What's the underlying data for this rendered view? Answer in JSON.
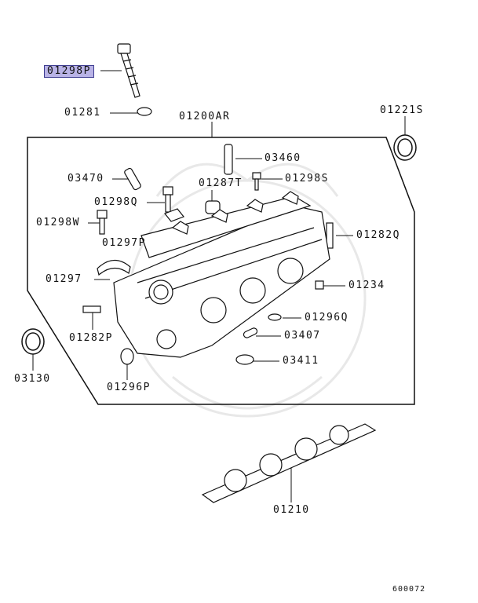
{
  "labels": {
    "p01298P": "01298P",
    "p01281": "01281",
    "p01200AR": "01200AR",
    "p01221S": "01221S",
    "p03460": "03460",
    "p03470": "03470",
    "p01298S": "01298S",
    "p01287T": "01287T",
    "p01298Q": "01298Q",
    "p01298W": "01298W",
    "p01282Q": "01282Q",
    "p01297P": "01297P",
    "p01297": "01297",
    "p01234": "01234",
    "p01296Q": "01296Q",
    "p03407": "03407",
    "p01282P": "01282P",
    "p03411": "03411",
    "p03130": "03130",
    "p01296P": "01296P",
    "p01210": "01210"
  },
  "diagram_id": "600072",
  "colors": {
    "highlight_bg": "#b9b3e6",
    "highlight_border": "#3b3a8f",
    "line": "#111111",
    "watermark": "#e6e6e6"
  }
}
